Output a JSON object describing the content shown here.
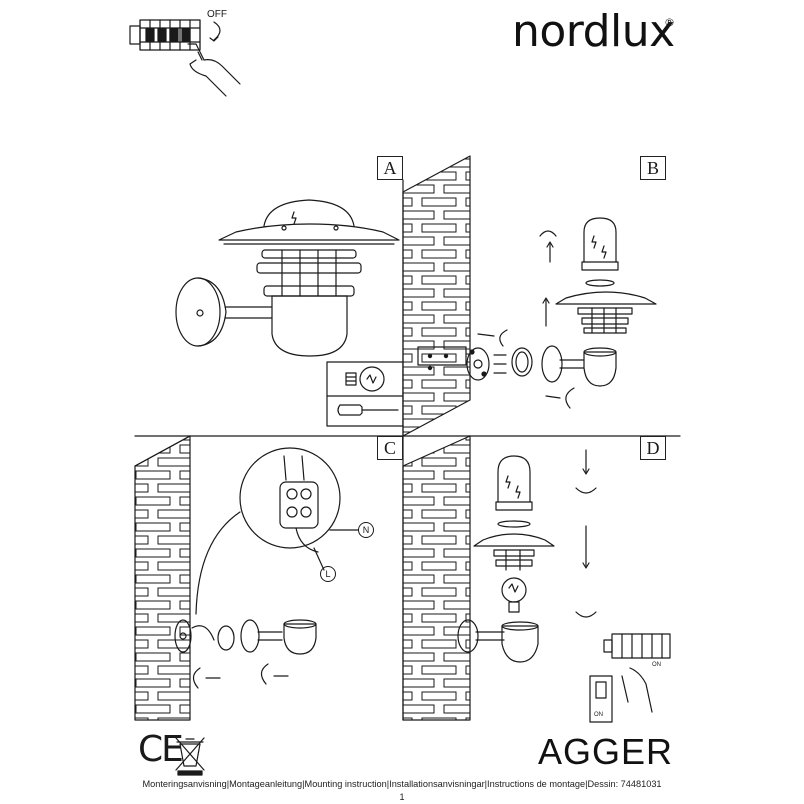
{
  "header": {
    "brand": "nordlux",
    "brand_mark": "®",
    "switch_label": "OFF"
  },
  "steps": [
    "A",
    "B",
    "C",
    "D"
  ],
  "labels": {
    "neutral": "N",
    "live": "L",
    "on_breaker": "ON",
    "on_switch": "ON"
  },
  "product": {
    "name": "AGGER",
    "certification": "CE"
  },
  "footer": {
    "instructions": "Monteringsanvisning|Montageanleitung|Mounting instruction|Installationsanvisningar|Instructions de montage|Dessin: 74481031",
    "page": "1"
  },
  "colors": {
    "line": "#1a1a1a",
    "wall_fill": "#ffffff",
    "background": "#ffffff"
  }
}
